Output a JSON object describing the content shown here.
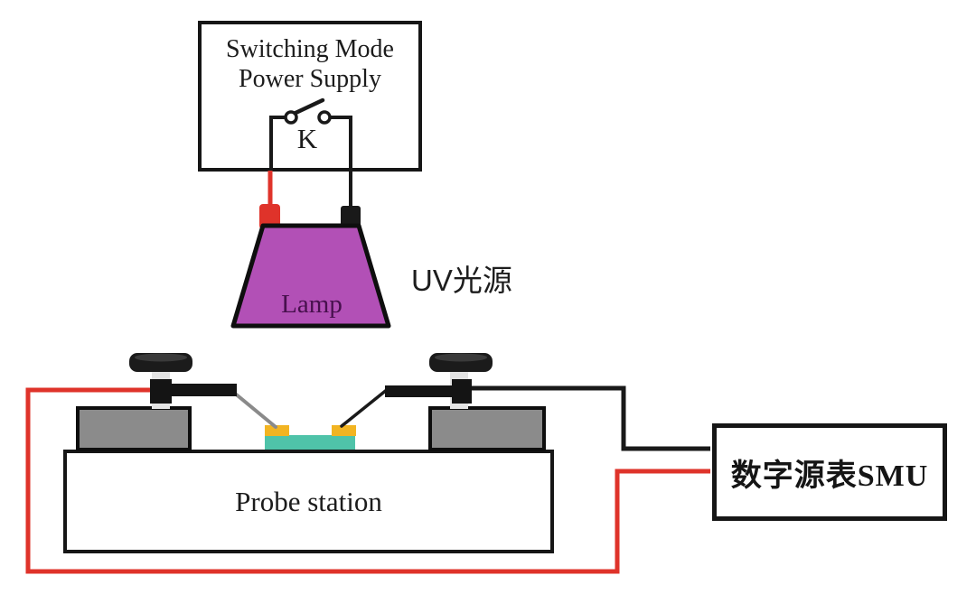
{
  "power_supply": {
    "line1": "Switching Mode",
    "line2": "Power Supply",
    "switch_label": "K"
  },
  "lamp": {
    "label": "Lamp",
    "annotation": "UV光源"
  },
  "probe_station": {
    "label": "Probe station"
  },
  "smu": {
    "label": "数字源表SMU"
  },
  "colors": {
    "wire-red": "#df332a",
    "wire-black": "#191919",
    "lamp-purple": "#b250b6",
    "lamp-text": "#47104d",
    "sample-teal": "#4fc3a9",
    "pad-gold": "#f2b422",
    "block-gray": "#8b8b8b",
    "shaft-gray": "#e4e4e4",
    "needle-gray": "#8a8a8a"
  }
}
